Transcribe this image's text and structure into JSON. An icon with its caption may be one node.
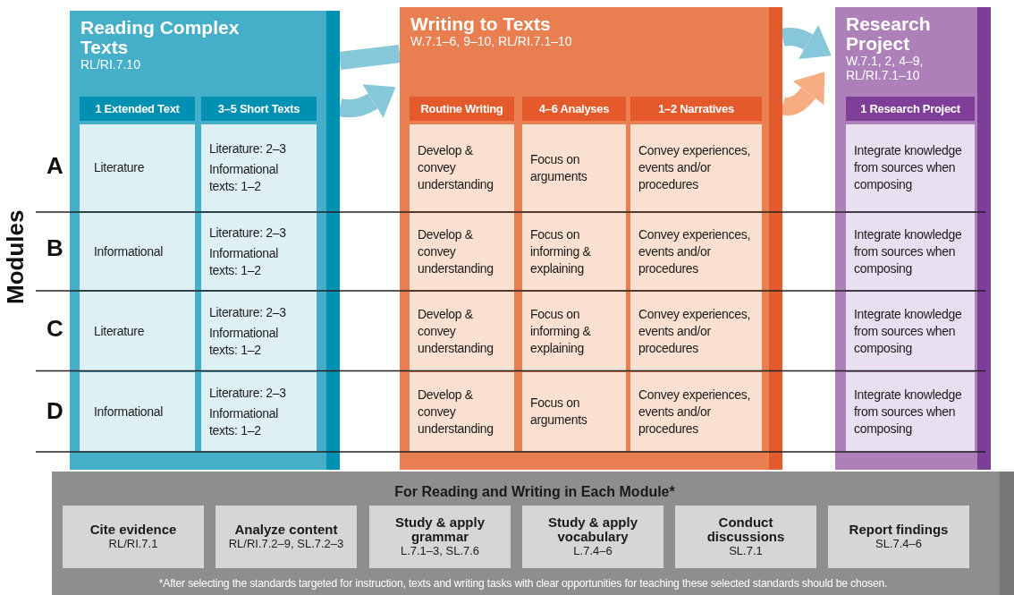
{
  "diagram": {
    "nodes": [
      {
        "text": [
          "Reading Complex Texts",
          "RL/RI.7.10"
        ]
      },
      {
        "text": [
          "1 Extended Text"
        ],
        "in": 0
      },
      {
        "text": [
          "3–5 Short Texts"
        ],
        "in": 0
      },
      {
        "text": [
          "Literature"
        ],
        "in": 0
      },
      {
        "text": [
          "Literature: 2–3",
          "Informational texts: 1–2"
        ],
        "in": 0
      },
      {
        "text": [
          "Informational"
        ],
        "in": 0
      },
      {
        "text": [
          "Literature: 2–3",
          "Informational texts: 1–2"
        ],
        "in": 0
      },
      {
        "text": [
          "Literature"
        ],
        "in": 0
      },
      {
        "text": [
          "Literature: 2–3",
          "Informational texts: 1–2"
        ],
        "in": 0
      },
      {
        "text": [
          "Informational"
        ],
        "in": 0
      },
      {
        "text": [
          "Literature: 2–3",
          "Informational texts: 1–2"
        ],
        "in": 0
      },
      {
        "text": [
          "Writing to Texts",
          "W.7.1–6, 9–10, RL/RI.7.1–10"
        ]
      },
      {
        "text": [
          "Routine Writing"
        ],
        "in": 11
      },
      {
        "text": [
          "4–6 Analyses"
        ],
        "in": 11
      },
      {
        "text": [
          "1–2 Narratives"
        ],
        "in": 11
      },
      {
        "text": [
          "Develop & convey understanding"
        ],
        "in": 11
      },
      {
        "text": [
          "Focus on arguments"
        ],
        "in": 11
      },
      {
        "text": [
          "Convey experiences, events and/or procedures"
        ],
        "in": 11
      },
      {
        "text": [
          "Develop & convey understanding"
        ],
        "in": 11
      },
      {
        "text": [
          "Focus on informing & explaining"
        ],
        "in": 11
      },
      {
        "text": [
          "Convey experiences, events and/or procedures"
        ],
        "in": 11
      },
      {
        "text": [
          "Develop & convey understanding"
        ],
        "in": 11
      },
      {
        "text": [
          "Focus on informing & explaining"
        ],
        "in": 11
      },
      {
        "text": [
          "Convey experiences, events and/or procedures"
        ],
        "in": 11
      },
      {
        "text": [
          "Develop & convey understanding"
        ],
        "in": 11
      },
      {
        "text": [
          "Focus on arguments"
        ],
        "in": 11
      },
      {
        "text": [
          "Convey experiences, events and/or procedures"
        ],
        "in": 11
      },
      {
        "text": [
          "Research Project",
          "W.7.1, 2, 4–9, RL/RI.7.1–10"
        ]
      },
      {
        "text": [
          "1 Research Project"
        ],
        "in": 27
      },
      {
        "text": [
          "Integrate knowledge from sources when composing"
        ],
        "in": 27
      },
      {
        "text": [
          "Integrate knowledge from sources when composing"
        ],
        "in": 27
      },
      {
        "text": [
          "Integrate knowledge from sources when composing"
        ],
        "in": 27
      },
      {
        "text": [
          "Integrate knowledge from sources when composing"
        ],
        "in": 27
      },
      {
        "text": [
          "For Reading and Writing in Each Module*",
          "*After selecting the standards targeted for instruction, texts and writing tasks with clear opportunities for teaching these selected standards should be chosen."
        ]
      },
      {
        "text": [
          "Cite evidence",
          "RL/RI.7.1"
        ],
        "in": 33
      },
      {
        "text": [
          "Analyze content",
          "RL/RI.7.2–9, SL.7.2–3"
        ],
        "in": 33
      },
      {
        "text": [
          "Study & apply grammar",
          "L.7.1–3, SL.7.6"
        ],
        "in": 33
      },
      {
        "text": [
          "Study & apply vocabulary",
          "L.7.4–6"
        ],
        "in": 33
      },
      {
        "text": [
          "Conduct discussions",
          "SL.7.1"
        ],
        "in": 33
      },
      {
        "text": [
          "Report findings",
          "SL.7.4–6"
        ],
        "in": 33
      }
    ],
    "edges": [
      {
        "from": 0,
        "to": 11,
        "arrow": "none"
      },
      {
        "from": 0,
        "to": 11,
        "arrow": "to"
      },
      {
        "from": 11,
        "to": 27,
        "arrow": "to"
      },
      {
        "from": 11,
        "to": 27,
        "arrow": "to",
        "color": "#f7ad82"
      }
    ],
    "labels": [
      "Modules",
      "A",
      "B",
      "C",
      "D"
    ]
  }
}
